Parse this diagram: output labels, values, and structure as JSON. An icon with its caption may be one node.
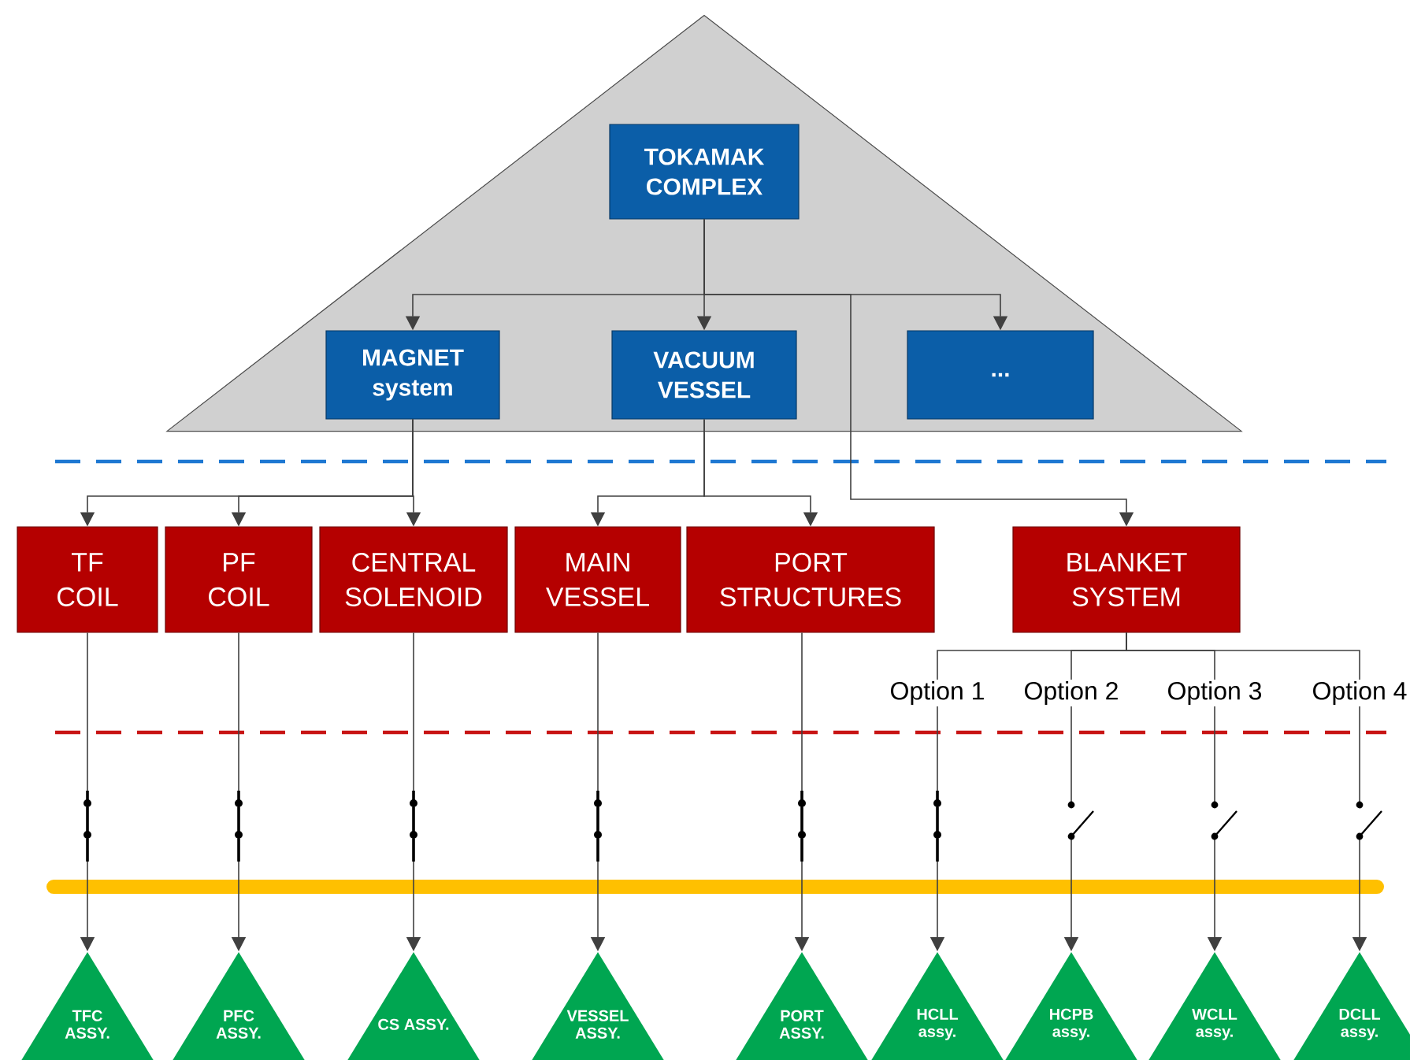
{
  "diagram": {
    "nodes": [
      {
        "text": [],
        "shape": "triangle"
      },
      {
        "text": [
          "TOKAMAK COMPLEX"
        ],
        "in": 0
      },
      {
        "text": [
          "MAGNET system"
        ],
        "in": 0
      },
      {
        "text": [
          "VACUUM VESSEL"
        ],
        "in": 0
      },
      {
        "text": [
          "..."
        ],
        "in": 0
      },
      {
        "text": [
          "TF COIL"
        ]
      },
      {
        "text": [
          "PF COIL"
        ]
      },
      {
        "text": [
          "CENTRAL SOLENOID"
        ]
      },
      {
        "text": [
          "MAIN VESSEL"
        ]
      },
      {
        "text": [
          "PORT STRUCTURES"
        ]
      },
      {
        "text": [
          "BLANKET SYSTEM"
        ]
      },
      {
        "text": [
          "TFC ASSY."
        ]
      },
      {
        "text": [
          "PFC ASSY."
        ]
      },
      {
        "text": [
          "CS ASSY."
        ]
      },
      {
        "text": [
          "VESSEL ASSY."
        ]
      },
      {
        "text": [
          "PORT ASSY."
        ]
      },
      {
        "text": [
          "HCLL assy."
        ]
      },
      {
        "text": [
          "HCPB assy."
        ]
      },
      {
        "text": [
          "WCLL assy."
        ]
      },
      {
        "text": [
          "DCLL assy."
        ]
      }
    ],
    "edges": [
      {
        "from": 1,
        "to": 2,
        "arrow": "to"
      },
      {
        "from": 1,
        "to": 3,
        "arrow": "to"
      },
      {
        "from": 1,
        "to": 4,
        "arrow": "to"
      },
      {
        "from": 1,
        "to": 10,
        "arrow": "to"
      },
      {
        "from": 2,
        "to": 5,
        "arrow": "to"
      },
      {
        "from": 2,
        "to": 6,
        "arrow": "to"
      },
      {
        "from": 2,
        "to": 7,
        "arrow": "to"
      },
      {
        "from": 3,
        "to": 8,
        "arrow": "to"
      },
      {
        "from": 3,
        "to": 9,
        "arrow": "to"
      },
      {
        "from": 5,
        "to": 11,
        "arrow": "to"
      },
      {
        "from": 6,
        "to": 12,
        "arrow": "to"
      },
      {
        "from": 7,
        "to": 13,
        "arrow": "to"
      },
      {
        "from": 8,
        "to": 14,
        "arrow": "to"
      },
      {
        "from": 9,
        "to": 15,
        "arrow": "to"
      },
      {
        "from": 10,
        "to": 16,
        "arrow": "to",
        "label": "Option 1"
      },
      {
        "from": 10,
        "to": 17,
        "arrow": "to",
        "label": "Option 2"
      },
      {
        "from": 10,
        "to": 18,
        "arrow": "to",
        "label": "Option 3"
      },
      {
        "from": 10,
        "to": 19,
        "arrow": "to",
        "label": "Option 4"
      }
    ]
  }
}
